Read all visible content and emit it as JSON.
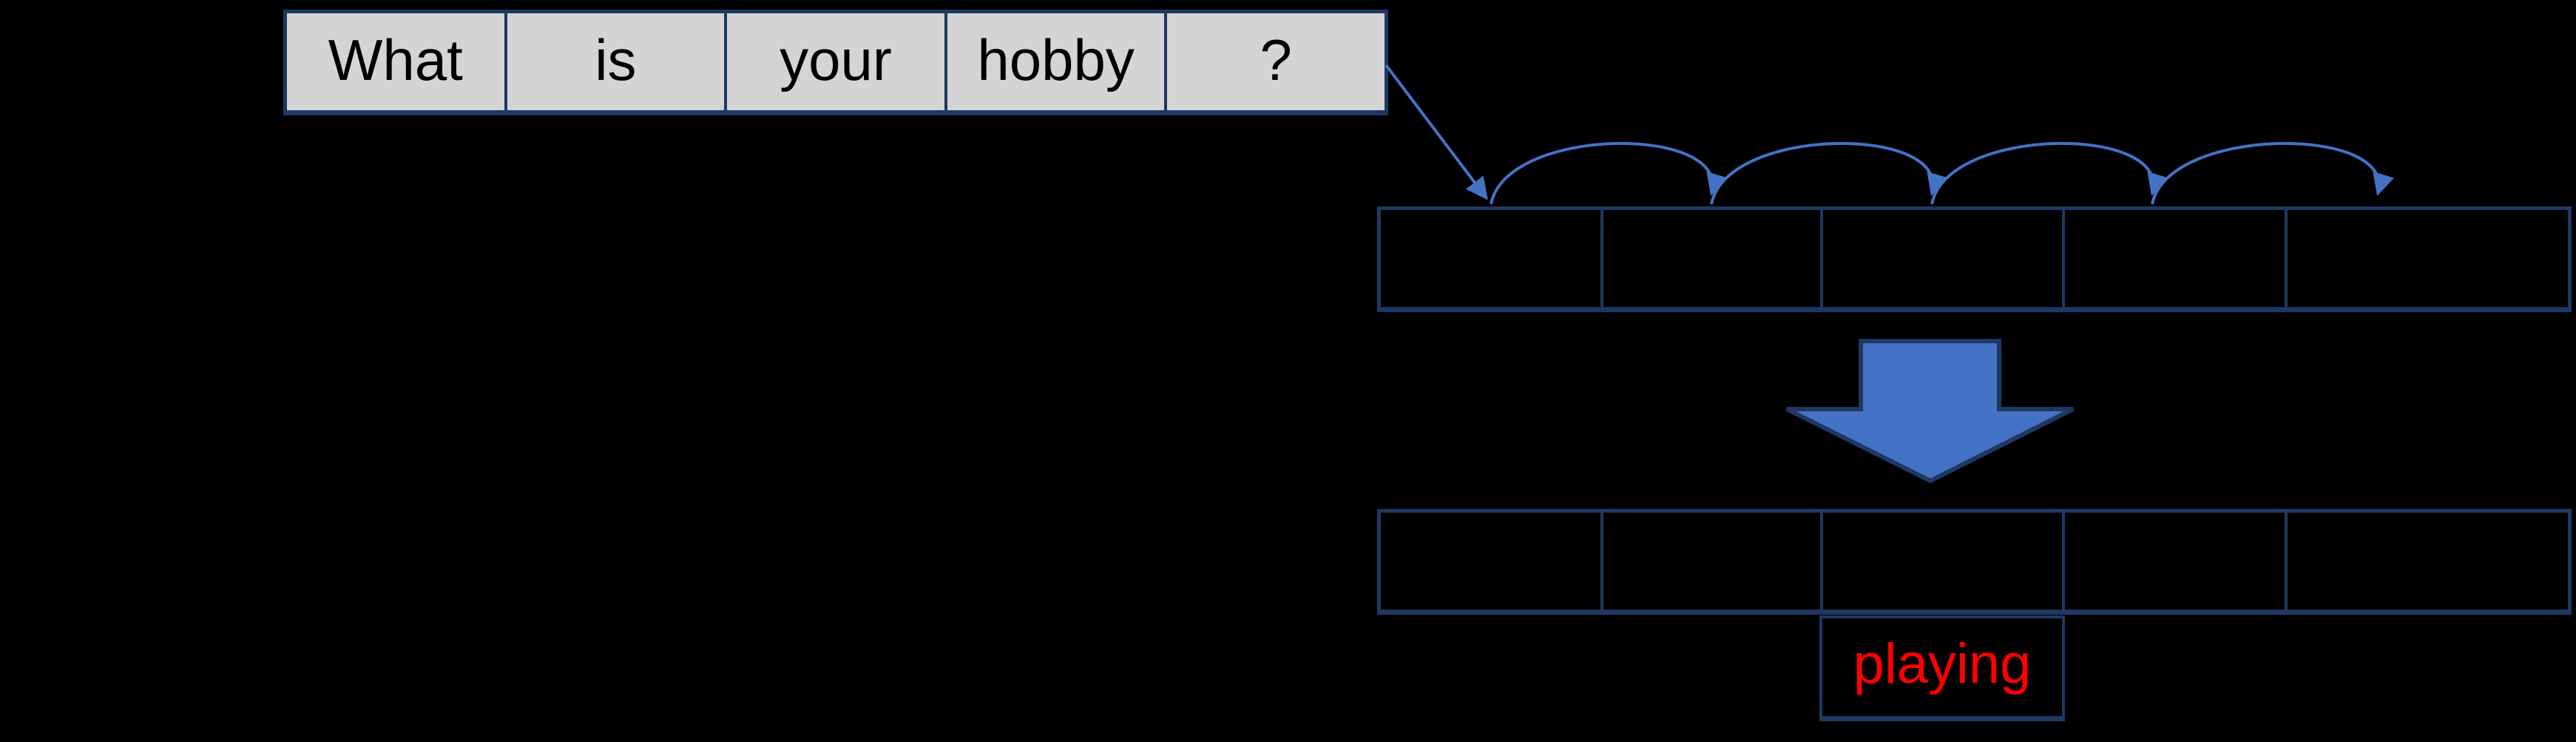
{
  "colors": {
    "background": "#000000",
    "accent_blue": "#4472C4",
    "border_navy": "#1F3864",
    "cell_gray": "#D4D4D4",
    "text_black": "#000000",
    "text_red": "#FF0000"
  },
  "sentence_row": {
    "tokens": [
      "What",
      "is",
      "your",
      "hobby",
      "?"
    ]
  },
  "embedding_row": {
    "cell_count": 5
  },
  "pooled_row": {
    "cell_count": 5
  },
  "prediction": {
    "label": "playing"
  }
}
